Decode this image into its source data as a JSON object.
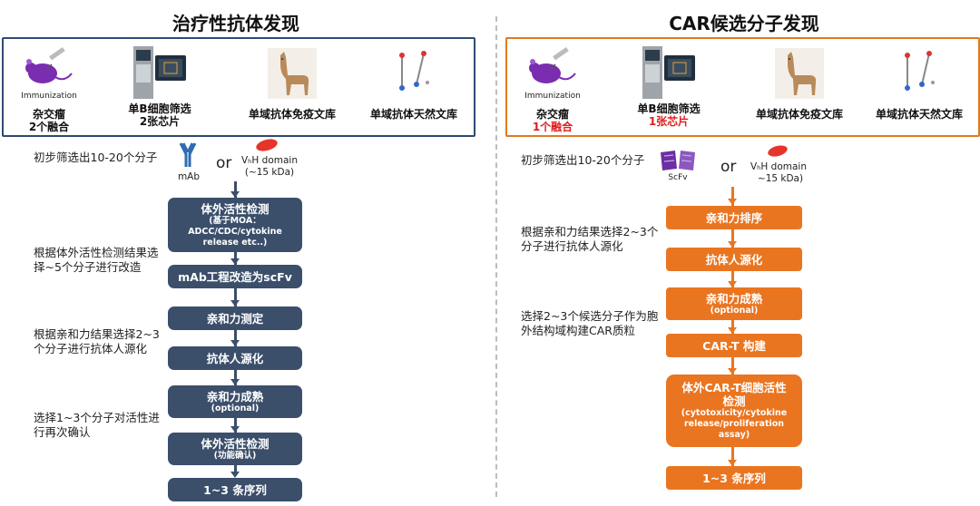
{
  "left": {
    "title": "治疗性抗体发现",
    "tiles": [
      {
        "immunization": "Immunization",
        "line1": "杂交瘤",
        "line2": "2个融合"
      },
      {
        "line1": "单B细胞筛选",
        "line2": "2张芯片"
      },
      {
        "line1": "单域抗体免疫文库"
      },
      {
        "line1": "单域抗体天然文库"
      }
    ],
    "screen_note": "初步筛选出10-20个分子",
    "mab_label": "mAb",
    "or_label": "or",
    "vhh_label": "VₕH domain",
    "vhh_kda": "(~15 kDa)",
    "notes": [
      "根据体外活性检测结果选择~5个分子进行改造",
      "根据亲和力结果选择2~3个分子进行抗体人源化",
      "选择1~3个分子对活性进行再次确认"
    ],
    "steps": [
      {
        "label": "体外活性检测",
        "sub1": "(基于MOA：",
        "sub2": "ADCC/CDC/cytokine",
        "sub3": "release etc..)"
      },
      {
        "label": "mAb工程改造为scFv"
      },
      {
        "label": "亲和力测定"
      },
      {
        "label": "抗体人源化"
      },
      {
        "label": "亲和力成熟",
        "sub1": "(optional)"
      },
      {
        "label": "体外活性检测",
        "sub1": "(功能确认)"
      },
      {
        "label": "1~3 条序列"
      }
    ]
  },
  "right": {
    "title": "CAR候选分子发现",
    "tiles": [
      {
        "immunization": "Immunization",
        "line1": "杂交瘤",
        "line2": "1个融合"
      },
      {
        "line1": "单B细胞筛选",
        "line2": "1张芯片"
      },
      {
        "line1": "单域抗体免疫文库"
      },
      {
        "line1": "单域抗体天然文库"
      }
    ],
    "screen_note": "初步筛选出10-20个分子",
    "scfv_label": "ScFv",
    "or_label": "or",
    "vhh_label": "VₕH domain",
    "vhh_kda": "~15 kDa)",
    "notes": [
      "根据亲和力结果选择2~3个分子进行抗体人源化",
      "选择2~3个候选分子作为胞外结构域构建CAR质粒"
    ],
    "steps": [
      {
        "label": "亲和力排序"
      },
      {
        "label": "抗体人源化"
      },
      {
        "label": "亲和力成熟",
        "sub1": "(optional)"
      },
      {
        "label": "CAR-T 构建"
      },
      {
        "label": "体外CAR-T细胞活性",
        "label2": "检测",
        "sub1": "(cytotoxicity/cytokine",
        "sub2": "release/proliferation",
        "sub3": "assay)"
      },
      {
        "label": "1~3 条序列"
      }
    ]
  },
  "colors": {
    "navy": "#3b4f6b",
    "orange": "#ea7520",
    "left_border": "#2e4a73",
    "right_border": "#e07a1f",
    "highlight": "#e21b1b"
  }
}
